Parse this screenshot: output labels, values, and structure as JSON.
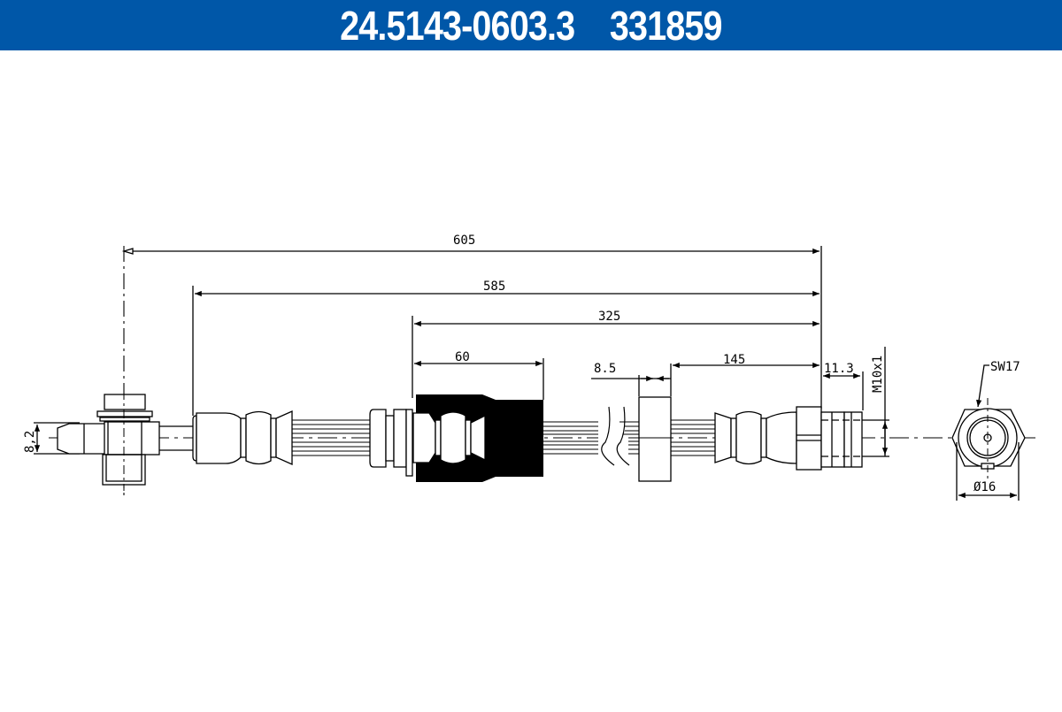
{
  "header": {
    "part_number": "24.5143-0603.3",
    "reference_number": "331859",
    "background_color": "#0057a8",
    "text_color": "#ffffff"
  },
  "drawing": {
    "title": "Brake hose technical drawing",
    "dimensions": {
      "overall_length": "605",
      "hose_length": "585",
      "to_bracket": "325",
      "sleeve_length": "60",
      "clip_width": "8.5",
      "clip_to_end": "145",
      "thread_length": "11.3",
      "thread_spec": "M10x1",
      "banjo_bore": "8,2",
      "wrench_size": "SW17",
      "hex_diameter": "Ø16"
    },
    "line_color": "#000000",
    "sleeve_color": "#000000"
  }
}
